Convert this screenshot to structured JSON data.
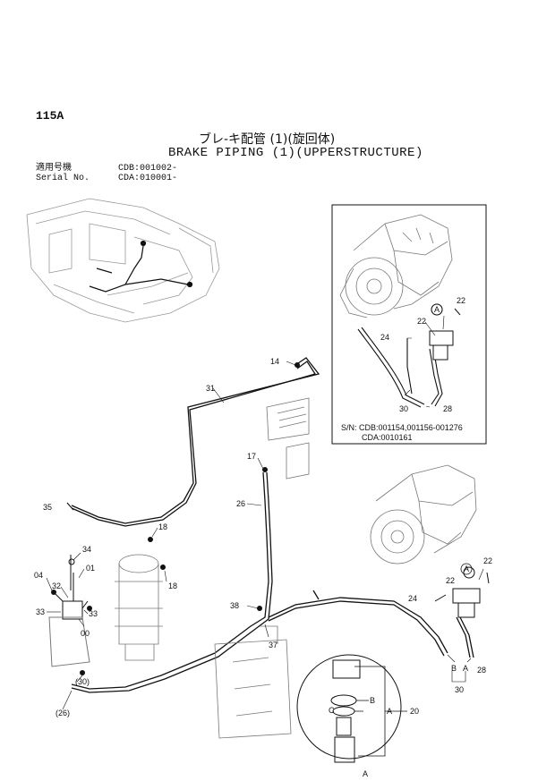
{
  "header": {
    "page_number": "115A",
    "title_jp": "ブレ-キ配管 (1)(旋回体)",
    "title_en": "BRAKE PIPING (1)(UPPERSTRUCTURE)",
    "serial_rows": [
      {
        "label": "適用号機",
        "value": "CDB:001002-"
      },
      {
        "label": "Serial No.",
        "value": "CDA:010001-"
      }
    ]
  },
  "inset": {
    "serial_line1": "S/N: CDB:001154,001156-001276",
    "serial_line2": "CDA:0010161",
    "callouts": [
      "22",
      "22",
      "24",
      "30",
      "28",
      "A"
    ]
  },
  "callouts": {
    "c14": "14",
    "c31": "31",
    "c35": "35",
    "c17": "17",
    "c26": "26",
    "c18a": "18",
    "c18b": "18",
    "c34": "34",
    "c01": "01",
    "c04": "04",
    "c32": "32",
    "c33a": "33",
    "c33b": "33",
    "c00": "00",
    "c38": "38",
    "c37": "37",
    "c30p": "(30)",
    "c26p": "(26)",
    "c22": "22",
    "c22b": "22",
    "c24": "24",
    "cA": "A",
    "cB": "B",
    "c28": "28",
    "c30": "30",
    "c20": "20",
    "detailA": "A",
    "detailB": "B",
    "detailC": "C",
    "detailA2": "A"
  }
}
